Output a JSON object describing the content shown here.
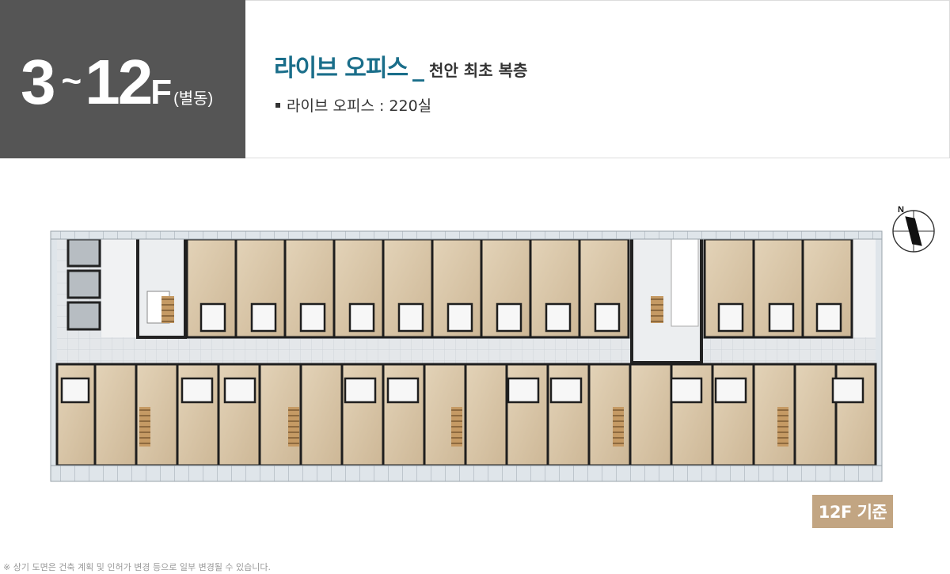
{
  "floor_panel": {
    "floor_start": "3",
    "tilde": "~",
    "floor_end": "12",
    "floor_unit": "F",
    "building_note": "(별동)"
  },
  "title_panel": {
    "title": "라이브 오피스",
    "separator": "_",
    "subtitle": "천안 최초 복층",
    "bullet_text": "라이브 오피스 : 220실"
  },
  "compass": {
    "label": "N"
  },
  "badge": {
    "label": "12F 기준"
  },
  "footnote": "※ 상기 도면은 건축 계획 및 인허가 변경 등으로 일부 변경될 수 있습니다.",
  "colors": {
    "floor_panel_bg": "#555555",
    "title_color": "#1a6e8a",
    "badge_bg": "#c2a582",
    "wall": "#1e1e1e",
    "floor_wood": "#d9c6a8",
    "corridor": "#e6e8ea"
  }
}
